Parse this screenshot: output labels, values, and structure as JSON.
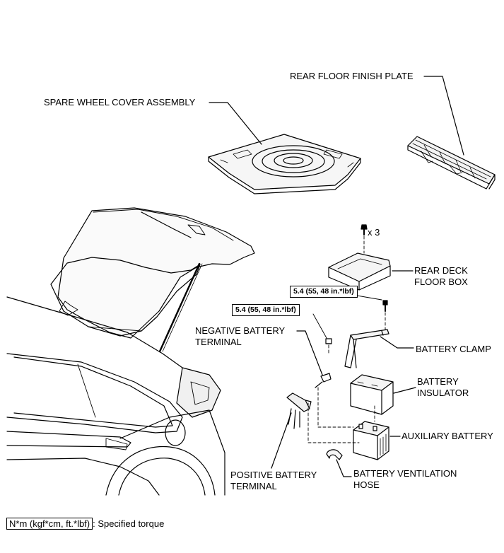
{
  "labels": {
    "rear_floor_finish_plate": "REAR FLOOR FINISH PLATE",
    "spare_wheel_cover_assembly": "SPARE WHEEL COVER ASSEMBLY",
    "x3": "x 3",
    "rear_deck_floor_box_line1": "REAR DECK",
    "rear_deck_floor_box_line2": "FLOOR BOX",
    "negative_battery_terminal_line1": "NEGATIVE BATTERY",
    "negative_battery_terminal_line2": "TERMINAL",
    "battery_clamp": "BATTERY CLAMP",
    "battery_insulator_line1": "BATTERY",
    "battery_insulator_line2": "INSULATOR",
    "auxiliary_battery": "AUXILIARY BATTERY",
    "battery_ventilation_hose_line1": "BATTERY VENTILATION",
    "battery_ventilation_hose_line2": "HOSE",
    "positive_battery_terminal_line1": "POSITIVE BATTERY",
    "positive_battery_terminal_line2": "TERMINAL"
  },
  "torques": {
    "clamp_bolt": "5.4 (55, 48 in.*lbf)",
    "terminal_nut": "5.4 (55, 48 in.*lbf)"
  },
  "legend": {
    "unit": "N*m (kgf*cm, ft.*lbf)",
    "text": ": Specified torque"
  }
}
